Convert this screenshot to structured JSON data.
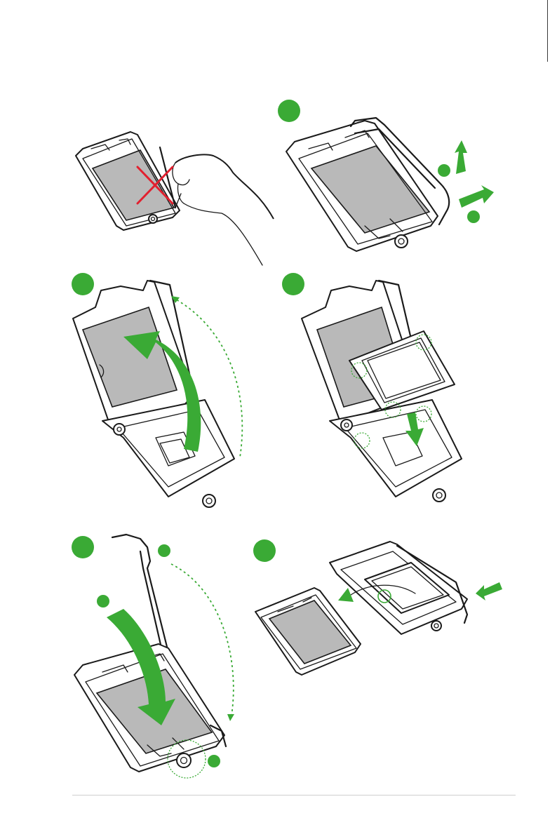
{
  "page": {
    "background": "#ffffff",
    "accent_color": "#3aaa35",
    "warning_color": "#e2202f",
    "line_color": "#1a1a1a"
  },
  "steps": [
    {
      "panel": "do-not-touch",
      "badges": 0
    },
    {
      "panel": "release-lever",
      "badges": 3
    },
    {
      "panel": "lift-load-plate",
      "badges": 1
    },
    {
      "panel": "insert-cpu",
      "badges": 1
    },
    {
      "panel": "close-lever",
      "badges": 3
    },
    {
      "panel": "remove-cap",
      "badges": 1
    }
  ]
}
